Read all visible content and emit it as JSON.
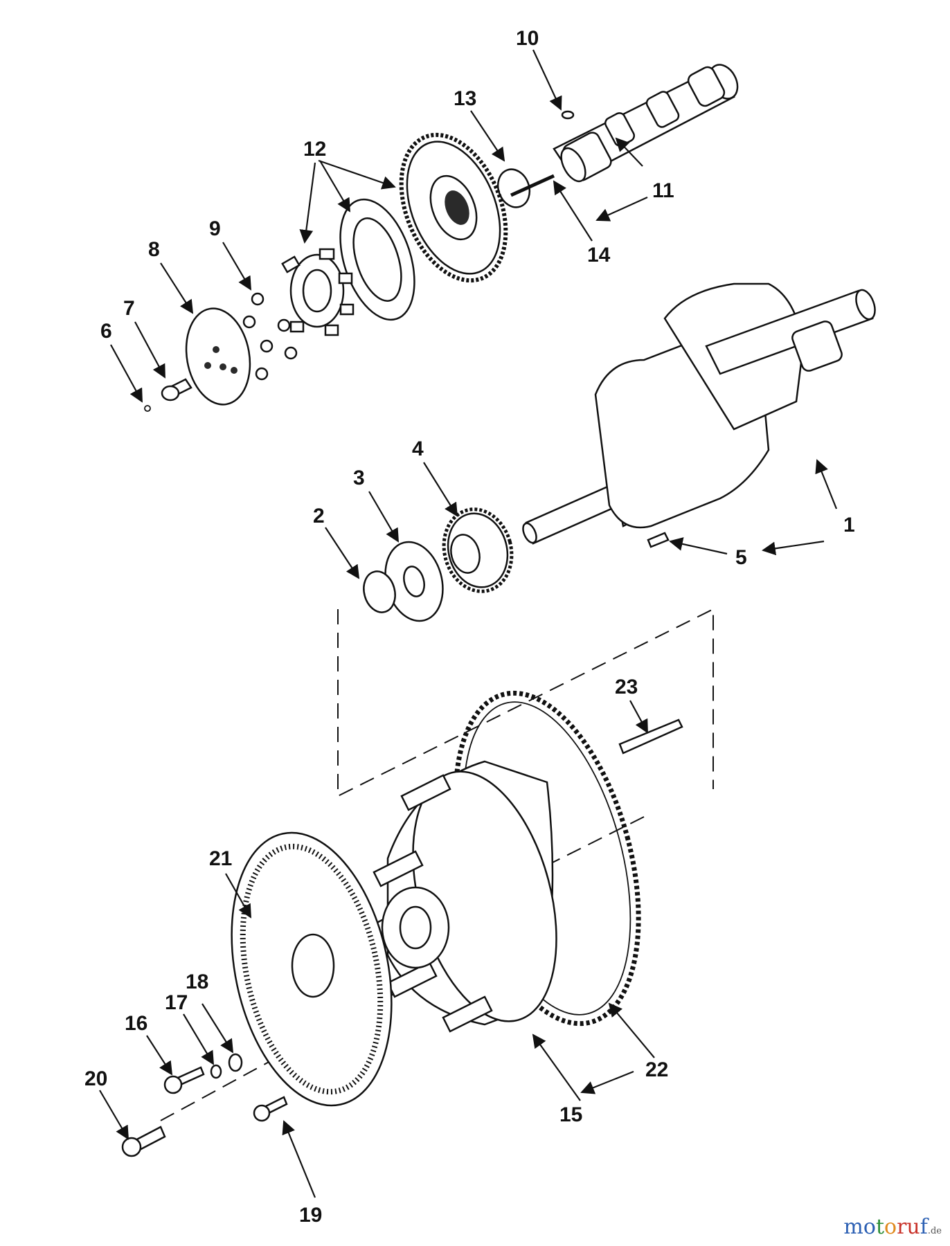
{
  "watermark": {
    "main": "motoruf",
    "suffix": ".de"
  },
  "callouts": [
    "1",
    "2",
    "3",
    "4",
    "5",
    "6",
    "7",
    "8",
    "9",
    "10",
    "11",
    "12",
    "13",
    "14",
    "15",
    "16",
    "17",
    "18",
    "19",
    "20",
    "21",
    "22",
    "23"
  ],
  "colors": {
    "ink": "#111111",
    "paper": "#ffffff",
    "wm_blue": "#2b5fb3",
    "wm_green": "#2f8f3a",
    "wm_orange": "#e08a1e",
    "wm_red": "#c8322a"
  }
}
